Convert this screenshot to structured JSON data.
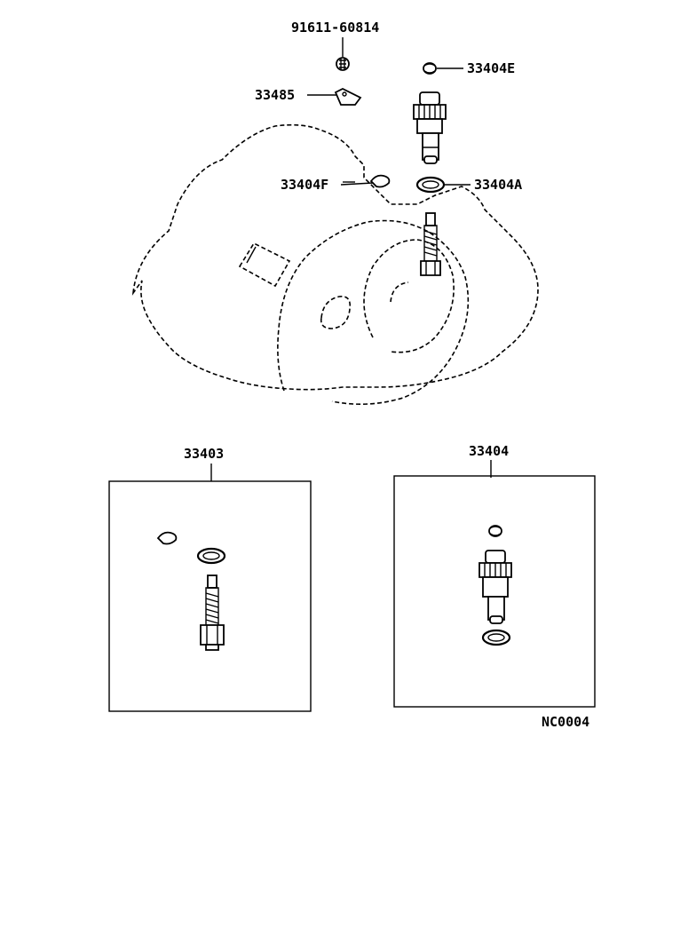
{
  "callouts": {
    "bolt": "91611-60814",
    "plug_top": "33404E",
    "clamp": "33485",
    "pin": "33404F",
    "gasket": "33404A",
    "kit_left": "33403",
    "kit_right": "33404"
  },
  "diagram_code": "NC0004"
}
